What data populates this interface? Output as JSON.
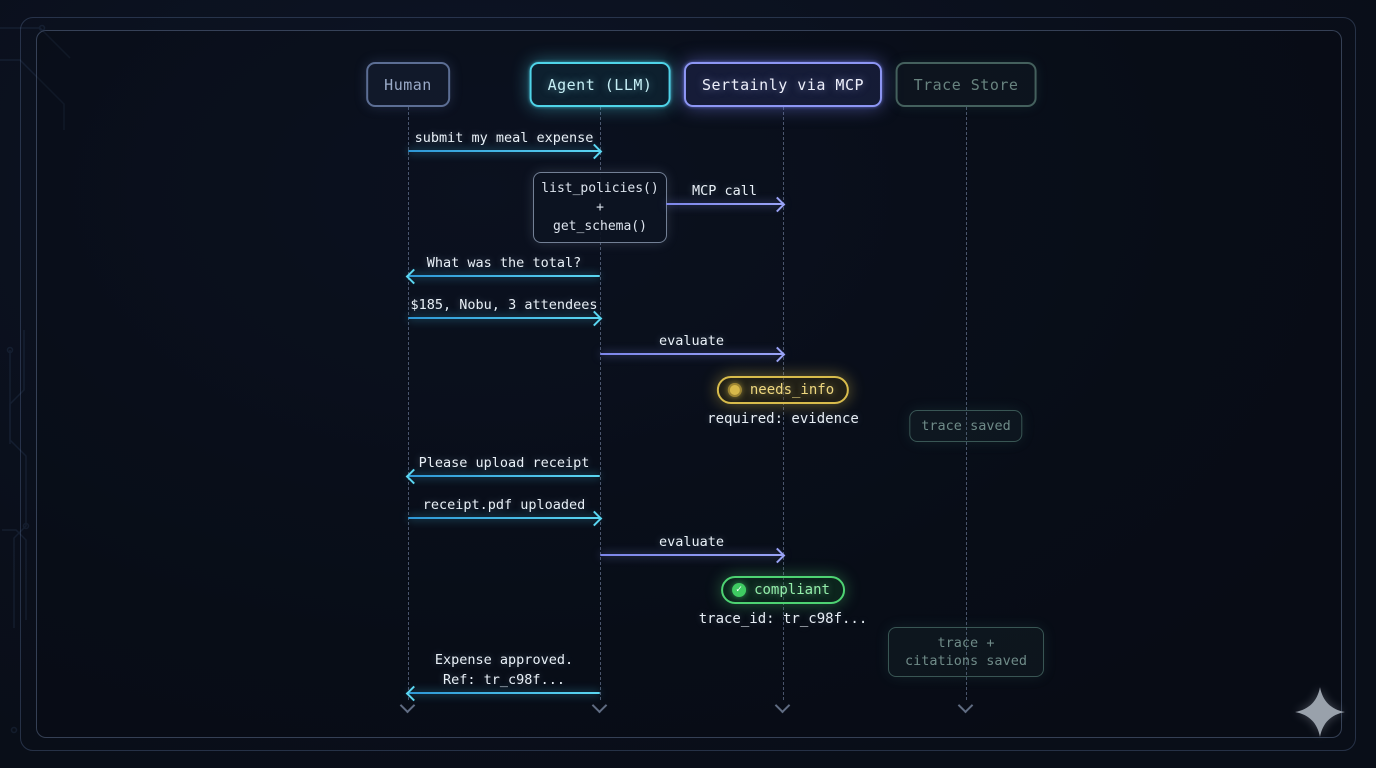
{
  "colors": {
    "cyan": "#4fc8ee",
    "purple": "#8d96f2",
    "yellow": "#e4c455",
    "green": "#55d677",
    "muted_teal": "#6e8a87",
    "slate_blue": "#9aaac8"
  },
  "icons": {
    "check": "✓",
    "needs_info_dot": "filled-circle",
    "sparkle": "four-pointed-star"
  },
  "actors": [
    {
      "label": "Human"
    },
    {
      "label": "Agent (LLM)"
    },
    {
      "label": "Sertainly via MCP"
    },
    {
      "label": "Trace Store"
    }
  ],
  "messages": [
    {
      "label": "submit my meal expense",
      "from": "Human",
      "to": "Agent (LLM)"
    },
    {
      "label": "MCP call",
      "from": "Agent (LLM)",
      "to": "Sertainly via MCP"
    },
    {
      "label": "What was the total?",
      "from": "Agent (LLM)",
      "to": "Human"
    },
    {
      "label": "$185, Nobu, 3 attendees",
      "from": "Human",
      "to": "Agent (LLM)"
    },
    {
      "label": "evaluate",
      "from": "Agent (LLM)",
      "to": "Sertainly via MCP"
    },
    {
      "label": "Please upload receipt",
      "from": "Agent (LLM)",
      "to": "Human"
    },
    {
      "label": "receipt.pdf uploaded",
      "from": "Human",
      "to": "Agent (LLM)"
    },
    {
      "label": "evaluate",
      "from": "Agent (LLM)",
      "to": "Sertainly via MCP"
    },
    {
      "lines": [
        "Expense approved.",
        "Ref: tr_c98f..."
      ],
      "from": "Agent (LLM)",
      "to": "Human"
    }
  ],
  "note": {
    "lines": [
      "list_policies()",
      "+",
      "get_schema()"
    ]
  },
  "badges": [
    {
      "label": "needs_info",
      "status": "warning"
    },
    {
      "label": "compliant",
      "status": "success"
    }
  ],
  "annotations": [
    {
      "text": "required: evidence"
    },
    {
      "text": "trace_id: tr_c98f..."
    }
  ],
  "trace_notes": [
    {
      "text": "trace saved"
    },
    {
      "text": "trace + citations saved"
    }
  ]
}
